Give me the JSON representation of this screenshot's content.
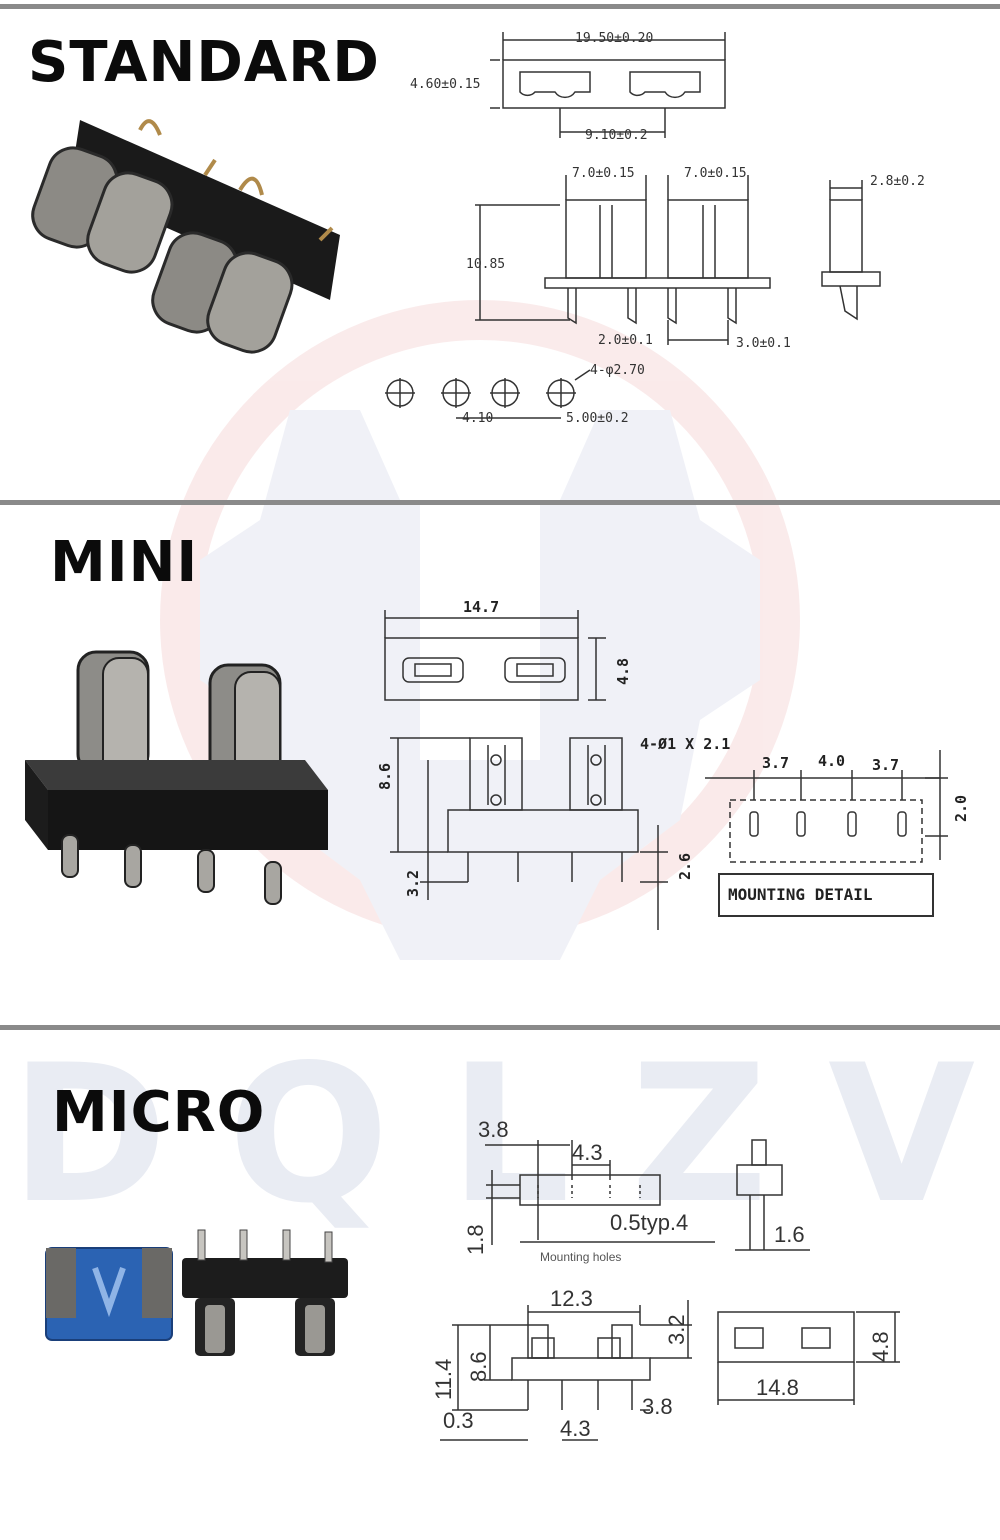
{
  "watermark": {
    "brand": "DQLZV",
    "colors": {
      "gear": "#c9cfe0",
      "ring": "#f2c6c6"
    }
  },
  "sections": {
    "standard": {
      "title": "STANDARD",
      "dims": {
        "overall_length": "19.50±0.20",
        "height": "4.60±0.15",
        "slot_pitch": "9.10±0.2",
        "terminal_width_left": "7.0±0.15",
        "terminal_width_right": "7.0±0.15",
        "side_thickness": "2.8±0.2",
        "total_height": "10.85",
        "pin_spacing_a": "2.0±0.1",
        "pin_spacing_b": "3.0±0.1",
        "hole_spec": "4-φ2.70",
        "hole_pitch": "4.10",
        "hole_pitch_outer": "5.00±0.2"
      }
    },
    "mini": {
      "title": "MINI",
      "dims": {
        "length": "14.7",
        "width": "4.8",
        "height": "8.6",
        "pin_length": "3.2",
        "body_height": "2.6",
        "hole_spec": "4-Ø1 X 2.1",
        "pitch_a": "3.7",
        "pitch_b": "4.0",
        "pitch_c": "3.7",
        "row_offset": "2.0",
        "detail_label": "MOUNTING DETAIL"
      }
    },
    "micro": {
      "title": "MICRO",
      "dims": {
        "top_offset": "3.8",
        "top_pitch": "4.3",
        "width_small": "1.8",
        "hole_note": "0.5typ.4",
        "side_thickness": "1.6",
        "mounting_holes_label": "Mounting holes",
        "body_length": "12.3",
        "total_height": "11.4",
        "height": "8.6",
        "top_height": "3.2",
        "pin_offset": "0.3",
        "pin_pitch": "4.3",
        "pin_length": "3.8",
        "end_length": "14.8",
        "end_width": "4.8"
      }
    }
  }
}
